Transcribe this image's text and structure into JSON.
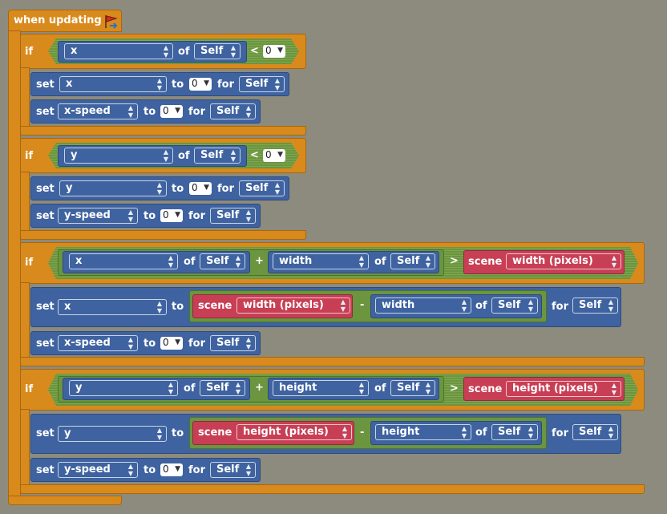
{
  "header": {
    "label": "when updating",
    "icon": "event-flag-icon"
  },
  "kw": {
    "if": "if",
    "set": "set",
    "to": "to",
    "for": "for",
    "of": "of",
    "scene": "scene"
  },
  "ops": {
    "lt": "<",
    "gt": ">",
    "plus": "+",
    "minus": "-"
  },
  "vals": {
    "x": "x",
    "y": "y",
    "self": "Self",
    "zero": "0",
    "x_speed": "x-speed",
    "y_speed": "y-speed",
    "width": "width",
    "height": "height",
    "width_px": "width (pixels)",
    "height_px": "height (pixels)"
  },
  "colors": {
    "event": "#d88a1c",
    "object": "#3f63a0",
    "logic": "#6b953f",
    "scene": "#c83f55",
    "background": "#8d8b7e"
  }
}
